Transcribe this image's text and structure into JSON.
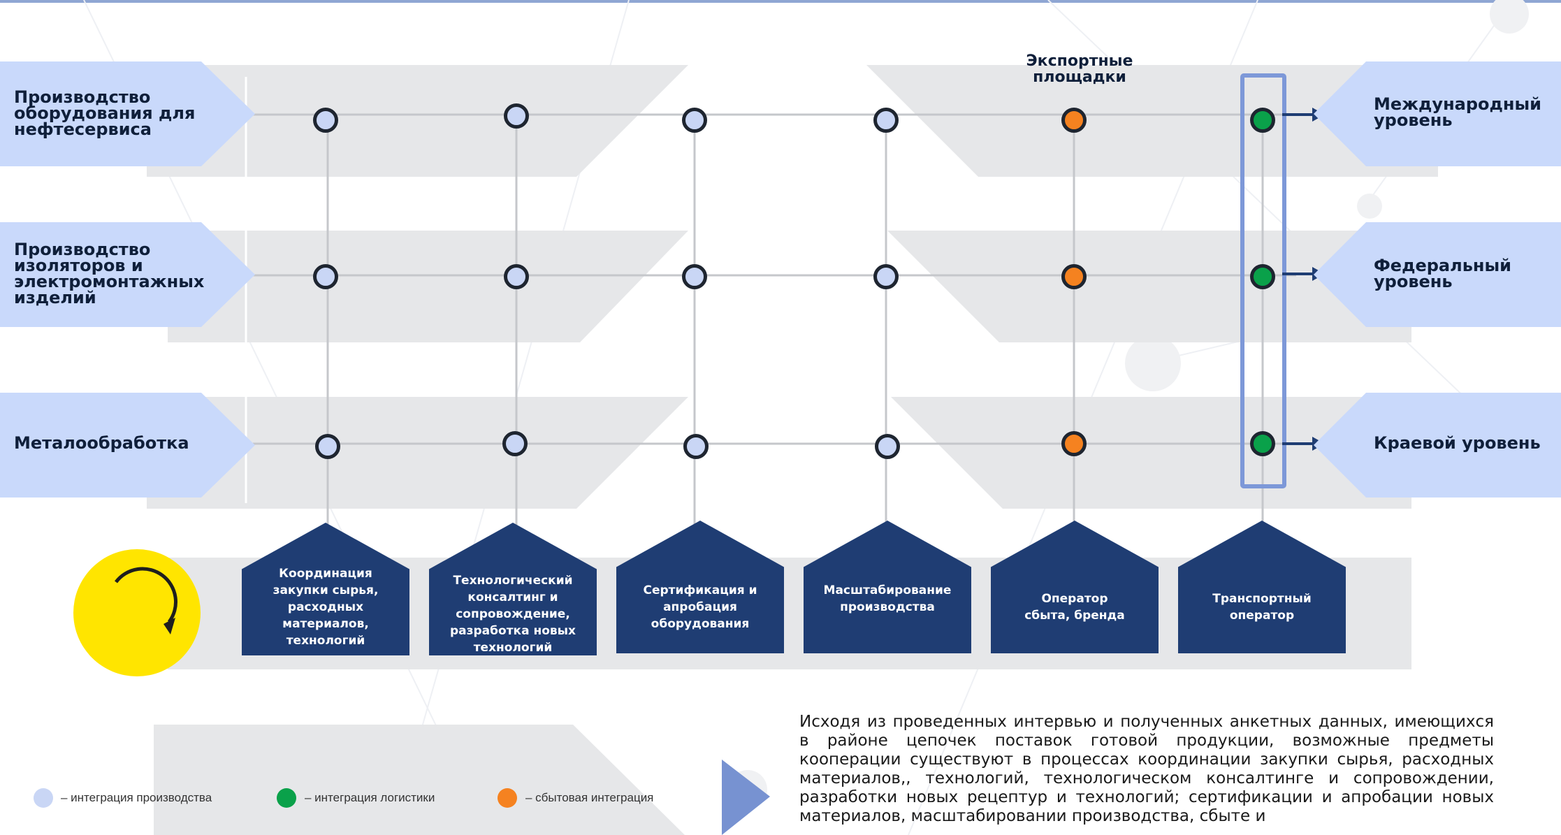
{
  "rows": [
    {
      "label": "Производство\nоборудования для\nнефтесервиса"
    },
    {
      "label": "Производство\nизоляторов и\nэлектромонтажных\nизделий"
    },
    {
      "label": "Металообработка"
    }
  ],
  "top_column_label": "Экспортные\nплощадки",
  "levels": [
    {
      "label": "Международный\nуровень"
    },
    {
      "label": "Федеральный\nуровень"
    },
    {
      "label": "Краевой уровень"
    }
  ],
  "stages": [
    {
      "label": "Координация\nзакупки сырья,\nрасходных\nматериалов,\nтехнологий"
    },
    {
      "label": "Технологический\nконсалтинг и\nсопровождение,\nразработка новых\nтехнологий"
    },
    {
      "label": "Сертификация и\nапробация\nоборудования"
    },
    {
      "label": "Масштабирование\nпроизводства"
    },
    {
      "label": "Оператор\nсбыта, бренда"
    },
    {
      "label": "Транспортный\nоператор"
    }
  ],
  "legend": [
    {
      "label": "– интеграция производства",
      "color": "#c9d6f5"
    },
    {
      "label": "– интеграция логистики",
      "color": "#0aa14a"
    },
    {
      "label": "– сбытовая интеграция",
      "color": "#f58220"
    }
  ],
  "conclusion": "Исходя из проведенных интервью и полученных анкетных данных, имеющихся в районе цепочек поставок готовой продукции, возможные предметы кооперации существуют в процессах координации закупки сырья, расходных материалов,, технологий, технологическом консалтинге и сопровождении, разработки новых рецептур и технологий; сертификации и апробации новых материалов, масштабировании производства, сбыте и",
  "colors": {
    "node_blue": "#c9d6f5",
    "node_orange": "#f58220",
    "node_green": "#0aa14a",
    "stage_fill": "#1f3d73",
    "arrow_fill": "#c9d9fb",
    "accent_yellow": "#ffe500",
    "highlight_frame": "#7d98d8"
  },
  "icons": {
    "cycle": "curved-arrow-icon",
    "pointer": "triangle-pointer-icon"
  }
}
